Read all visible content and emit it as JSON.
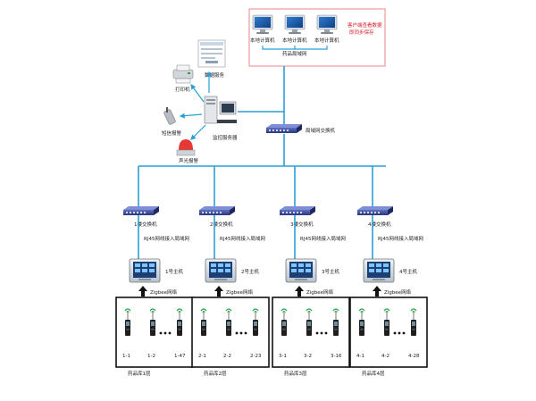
{
  "colors": {
    "link": "#2a9fd6",
    "client_box_border": "#e87c7c",
    "client_note": "#d8202a",
    "switch_body": "#3b4a9b",
    "group_border": "#111111"
  },
  "top": {
    "clients": [
      {
        "label": "本地计算机"
      },
      {
        "label": "本地计算机"
      },
      {
        "label": "本地计算机"
      }
    ],
    "lan_label": "药品局域网",
    "note_line1": "客户端查看数据",
    "note_line2": "即同步保存"
  },
  "server_area": {
    "database_label": "数据服务",
    "printer_label": "打印机",
    "sms_label": "短信报警",
    "server_label": "监控服务器",
    "alarm_label": "声光报警",
    "lan_switch_label": "局域网交换机"
  },
  "branches": [
    {
      "switch_label": "1楼交换机",
      "rj45_label": "RJ45网线接入局域网",
      "host_label": "1号主机",
      "zigbee_label": "Zigbee网络",
      "sensors": [
        "1-1",
        "1-2",
        "1-47"
      ],
      "warehouse_label": "药品库1层"
    },
    {
      "switch_label": "2楼交换机",
      "rj45_label": "RJ45网线接入局域网",
      "host_label": "2号主机",
      "zigbee_label": "Zigbee网络",
      "sensors": [
        "2-1",
        "2-2",
        "2-23"
      ],
      "warehouse_label": "药品库2层"
    },
    {
      "switch_label": "3楼交换机",
      "rj45_label": "RJ45网线接入局域网",
      "host_label": "3号主机",
      "zigbee_label": "Zigbee网络",
      "sensors": [
        "3-1",
        "3-2",
        "3-16"
      ],
      "warehouse_label": "药品库3层"
    },
    {
      "switch_label": "4楼交换机",
      "rj45_label": "RJ45网线接入局域网",
      "host_label": "4号主机",
      "zigbee_label": "Zigbee网络",
      "sensors": [
        "4-1",
        "4-2",
        "4-28"
      ],
      "warehouse_label": "药品库4层"
    }
  ]
}
